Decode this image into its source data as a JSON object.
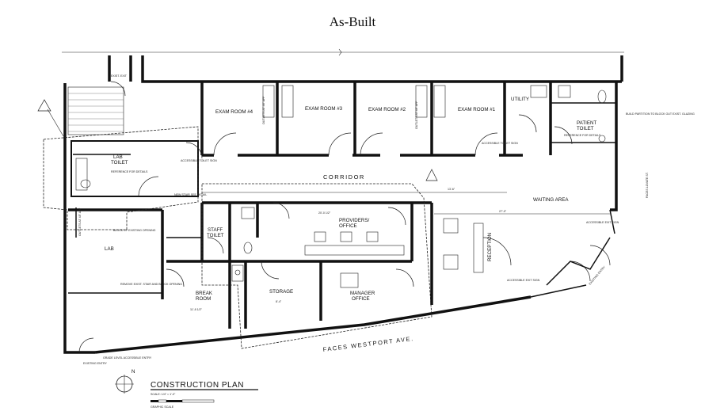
{
  "page_title": "As-Built",
  "plan": {
    "title": "CONSTRUCTION PLAN",
    "scale": "SCALE: 1/4\" = 1'-0\"",
    "graphic_scale": "GRAPHIC SCALE",
    "north": "N",
    "street_bottom": "FACES WESTPORT AVE.",
    "street_right": "FACES LOVATE ST.",
    "rooms": {
      "exam4": "EXAM ROOM #4",
      "exam3": "EXAM ROOM #3",
      "exam2": "EXAM ROOM #2",
      "exam1": "EXAM ROOM #1",
      "utility": "UTILITY",
      "patient_toilet_1": "PATIENT",
      "patient_toilet_2": "TOILET",
      "corridor": "CORRIDOR",
      "waiting": "WAITING AREA",
      "lab_toilet_1": "LAB",
      "lab_toilet_2": "TOILET",
      "lab": "LAB",
      "staff_toilet_1": "STAFF",
      "staff_toilet_2": "TOILET",
      "providers_1": "PROVIDERS/",
      "providers_2": "OFFICE",
      "break_1": "BREAK",
      "break_2": "ROOM",
      "storage": "STORAGE",
      "manager_1": "MANAGER",
      "manager_2": "OFFICE",
      "reception": "RECEPTION"
    },
    "notes": {
      "exist_exit": "EXIST. EXIT",
      "reference": "REFERENCE FOR DETAILS",
      "accessible_sign": "ACCESSIBLE TOILET SIGN",
      "new_stair": "NEW STAIR SEE DETAIL",
      "block_up": "BLOCK UP EXISTING OPENING",
      "remove_stair": "REMOVE EXIST. STAIR AND BLOCK OPENING",
      "grade_level": "GRADE LEVEL ACCESSIBLE ENTRY",
      "existing_entry": "EXISTING ENTRY",
      "accessible_exit": "ACCESSIBLE EXIT SIGN",
      "build_partition": "BUILD PARTITION TO BLOCK OUT EXIST. GLAZING",
      "outlets": "OUTLETS AT 48\" AFF",
      "dim_1": "13'-6\"",
      "dim_2": "27'-0\"",
      "dim_3": "20'-0 1/2\"",
      "dim_4": "11'-8 1/2\"",
      "dim_5": "8'-4\""
    }
  }
}
